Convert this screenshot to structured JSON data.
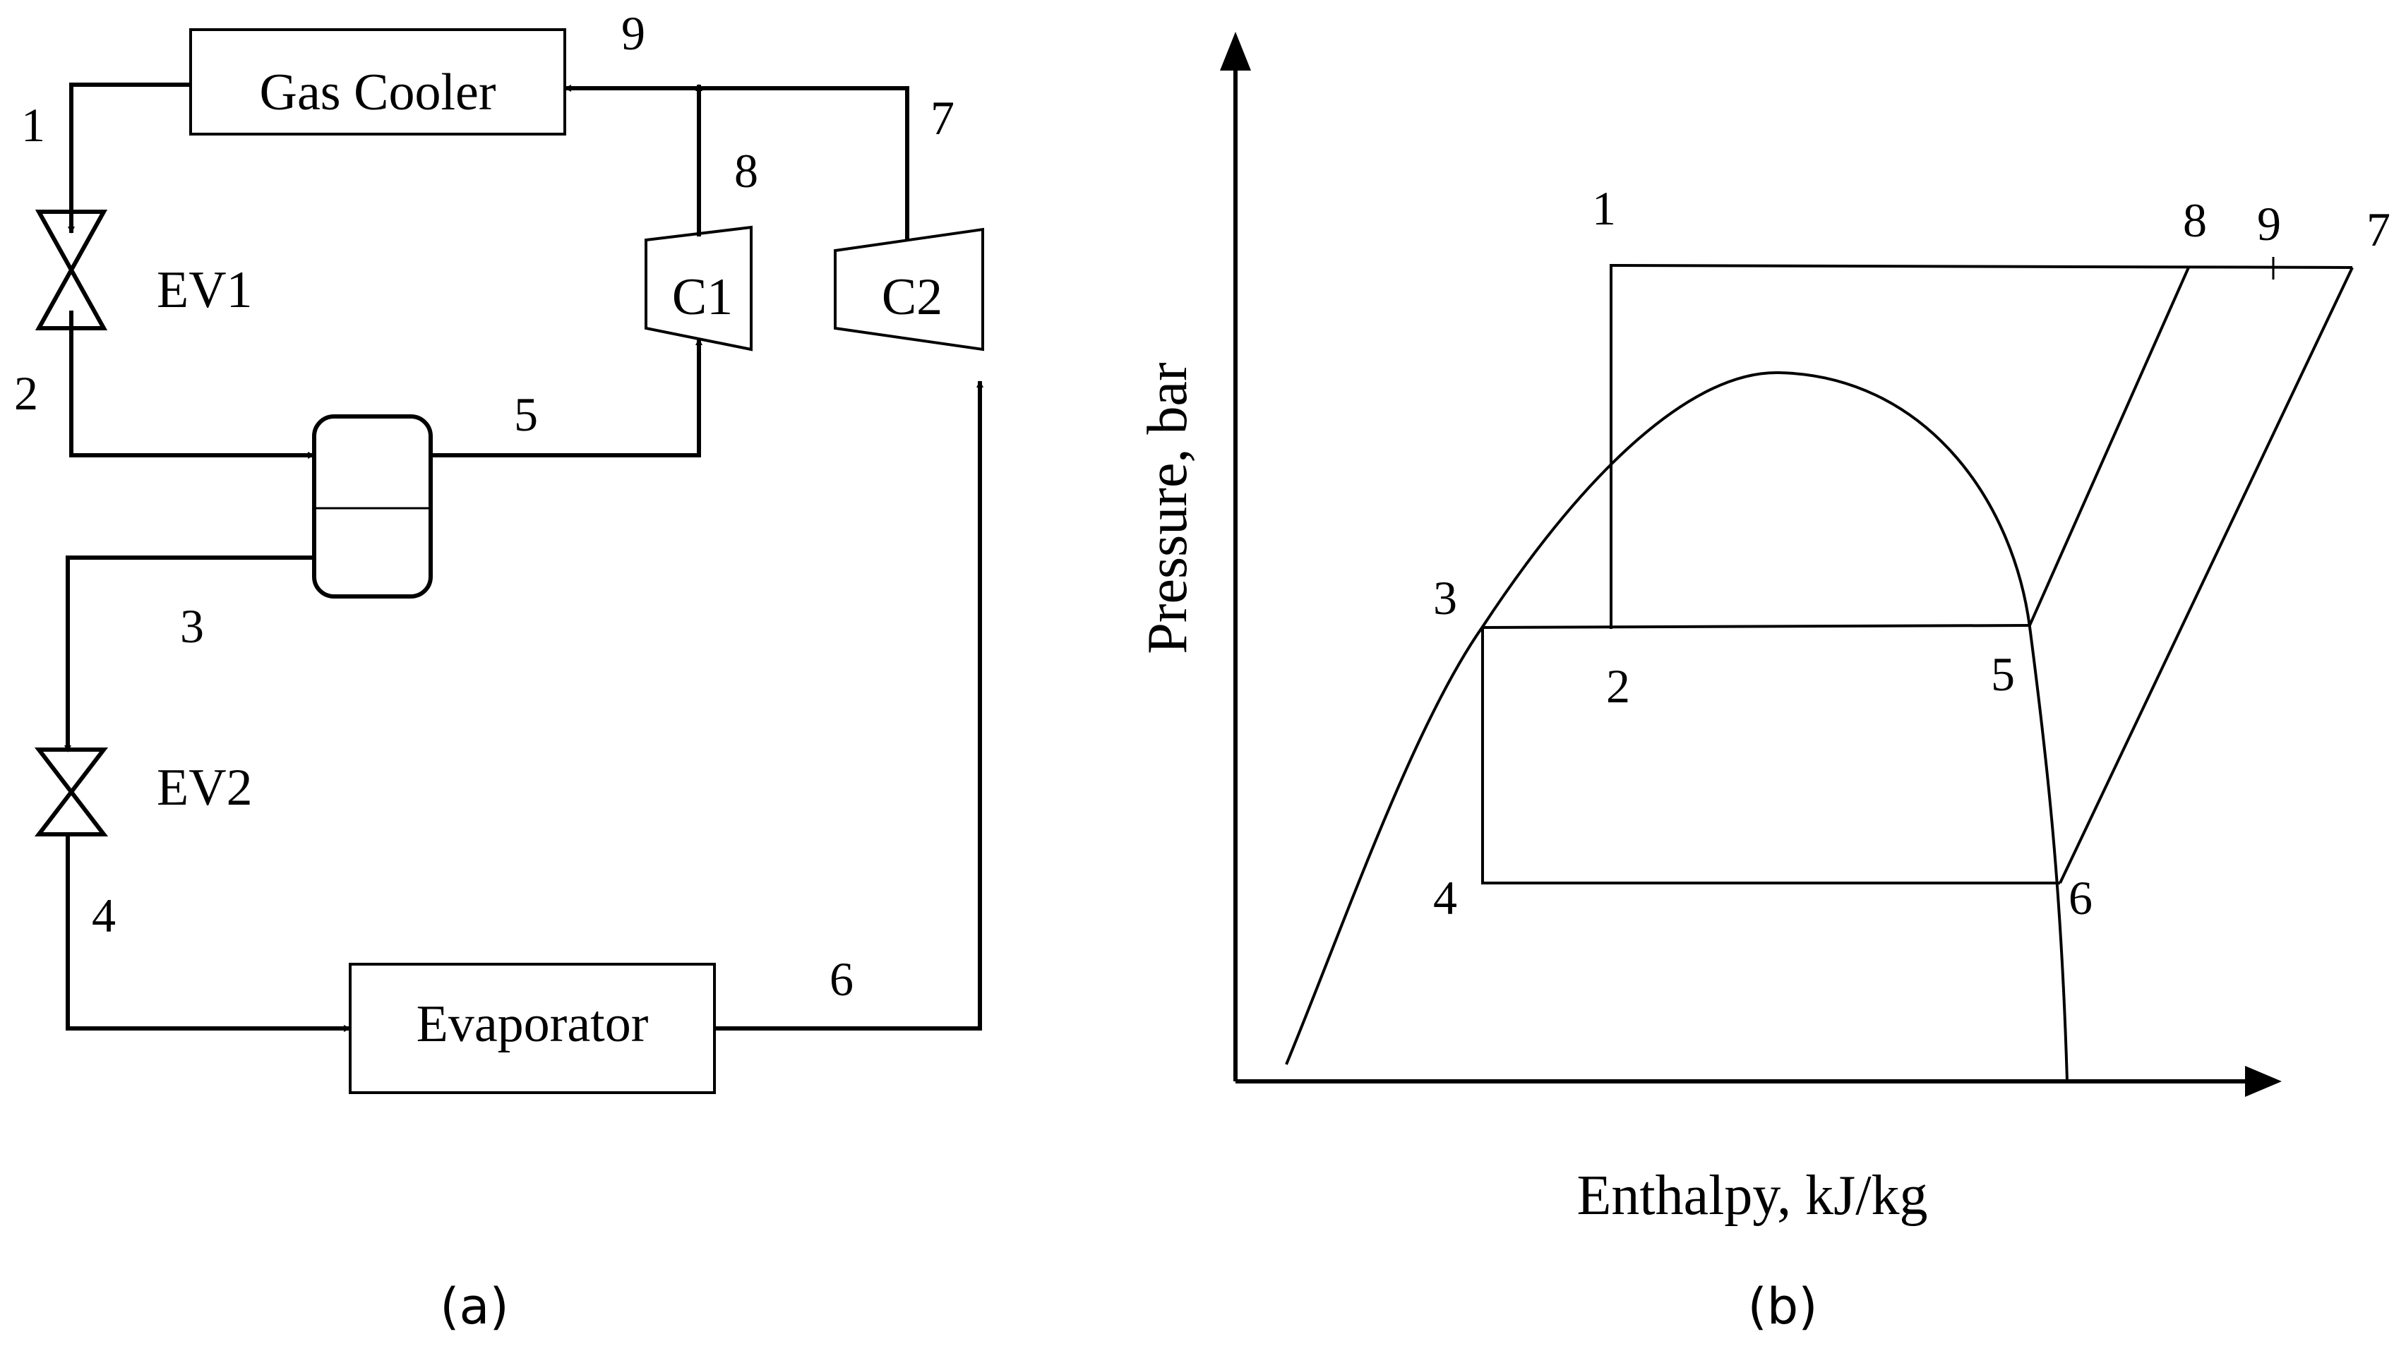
{
  "cycle": {
    "components": {
      "gas_cooler": "Gas Cooler",
      "evaporator": "Evaporator",
      "ev1": "EV1",
      "ev2": "EV2",
      "c1": "C1",
      "c2": "C2"
    },
    "points": [
      "1",
      "2",
      "3",
      "4",
      "5",
      "6",
      "7",
      "8",
      "9"
    ],
    "caption": "(a)"
  },
  "ph_diagram": {
    "xlabel": "Enthalpy, kJ/kg",
    "ylabel": "Pressure, bar",
    "points": [
      "1",
      "2",
      "3",
      "4",
      "5",
      "6",
      "7",
      "8",
      "9"
    ],
    "caption": "(b)"
  },
  "colors": {
    "line": "#000000",
    "background": "#ffffff"
  }
}
